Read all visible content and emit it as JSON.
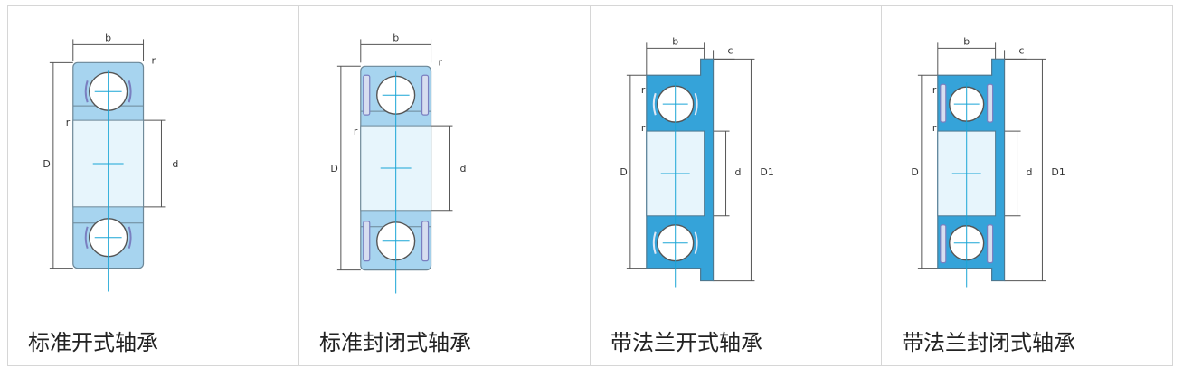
{
  "colors": {
    "open_fill": "#a7d4ef",
    "flange_fill": "#35a3d9",
    "bore_fill": "#e7f5fc",
    "stroke": "#6c8797",
    "center_line": "#1aa5d6",
    "dim_line": "#555555",
    "ball_cage": "#7a7fc0",
    "border": "#d6d6d6"
  },
  "labels": {
    "width": "b",
    "chamfer": "r",
    "outer_dia": "D",
    "bore_dia": "d",
    "flange_dia": "D1",
    "flange_thk": "c"
  },
  "cells": [
    {
      "caption": "标准开式轴承"
    },
    {
      "caption": "标准封闭式轴承"
    },
    {
      "caption": "带法兰开式轴承"
    },
    {
      "caption": "带法兰封闭式轴承"
    }
  ]
}
